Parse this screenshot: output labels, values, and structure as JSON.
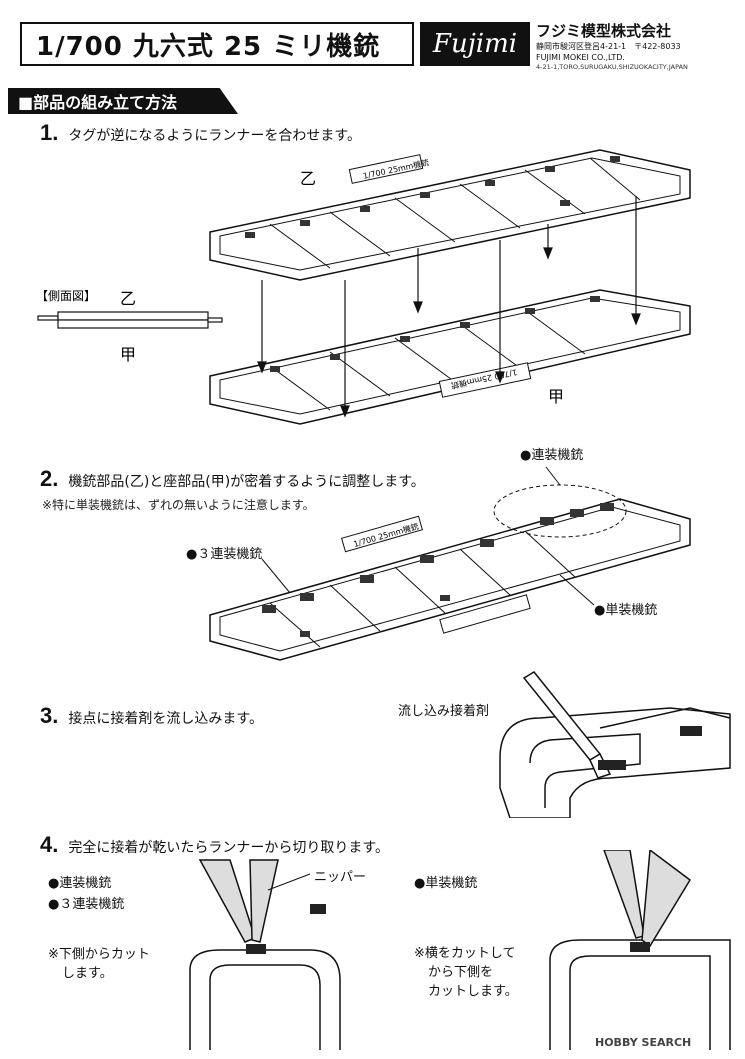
{
  "header": {
    "title": "1/700 九六式 25 ミリ機銃",
    "logo": "Fujimi",
    "maker_name": "フジミ模型株式会社",
    "maker_address": "静岡市駿河区登呂4-21-1　〒422-8033",
    "maker_name_en": "FUJIMI MOKEI CO.,LTD.",
    "maker_address_en": "4-21-1,TORO,SURUGAKU,SHIZUOKACITY,JAPAN"
  },
  "section": {
    "title": "■部品の組み立て方法"
  },
  "steps": [
    {
      "num": "1.",
      "text": "タグが逆になるようにランナーを合わせます。"
    },
    {
      "num": "2.",
      "text": "機銃部品(乙)と座部品(甲)が密着するように調整します。",
      "note": "※特に単装機銃は、ずれの無いように注意します。"
    },
    {
      "num": "3.",
      "text": "接点に接着剤を流し込みます。"
    },
    {
      "num": "4.",
      "text": "完全に接着が乾いたらランナーから切り取ります。"
    }
  ],
  "step1": {
    "label_otsu": "乙",
    "label_kou": "甲",
    "side_view_title": "【側面図】",
    "side_otsu": "乙",
    "side_kou": "甲",
    "tag_text": "1/700 25mm機銃"
  },
  "step2": {
    "callout_twin": "●連装機銃",
    "callout_triple": "●３連装機銃",
    "callout_single": "●単装機銃",
    "tag_text": "1/700 25mm機銃"
  },
  "step3": {
    "glue_label": "流し込み接着剤"
  },
  "step4": {
    "left_bullet_1": "●連装機銃",
    "left_bullet_2": "●３連装機銃",
    "left_note_1": "※下側からカット",
    "left_note_2": "します。",
    "nipper_label": "ニッパー",
    "right_bullet": "●単装機銃",
    "right_note_1": "※横をカットして",
    "right_note_2": "から下側を",
    "right_note_3": "カットします。"
  },
  "footer": {
    "watermark": "HOBBY SEARCH"
  }
}
